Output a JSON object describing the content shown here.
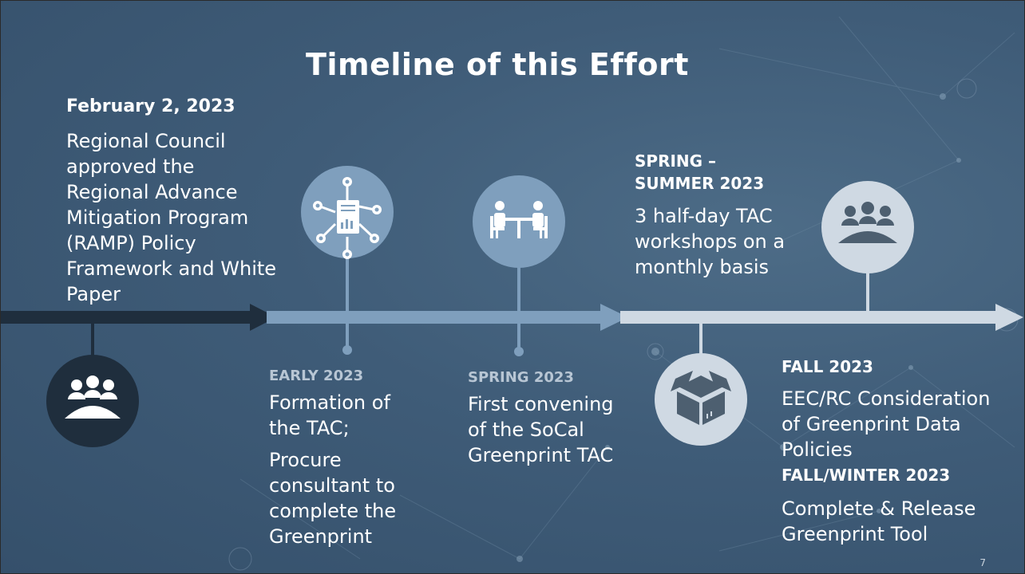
{
  "title": "Timeline of this Effort",
  "page_number": "7",
  "milestones": [
    {
      "date": "February 2, 2023",
      "text": "Regional Council approved the Regional Advance Mitigation Program (RAMP) Policy Framework and White Paper",
      "icon": "group-meeting-icon"
    },
    {
      "date": "EARLY 2023",
      "text": "Formation of the TAC;",
      "text2": "Procure consultant to complete the Greenprint",
      "icon": "data-network-icon"
    },
    {
      "date": "SPRING 2023",
      "text": "First convening of the SoCal Greenprint TAC",
      "icon": "meeting-table-icon"
    },
    {
      "date": "SPRING – SUMMER 2023",
      "text": "3 half-day TAC workshops on a monthly basis",
      "icon": "group-meeting-icon"
    },
    {
      "date": "FALL 2023",
      "text": "EEC/RC Consideration of Greenprint Data Policies",
      "icon": "package-box-icon"
    },
    {
      "date": "FALL/WINTER 2023",
      "text": "Complete & Release Greenprint Tool"
    }
  ],
  "colors": {
    "segment1": "#1f2e3d",
    "segment2": "#7f9fbd",
    "segment3": "#cfd9e3",
    "circle_dark": "#1f2e3d",
    "circle_mid": "#7f9fbd",
    "circle_light": "#cfd9e3"
  }
}
